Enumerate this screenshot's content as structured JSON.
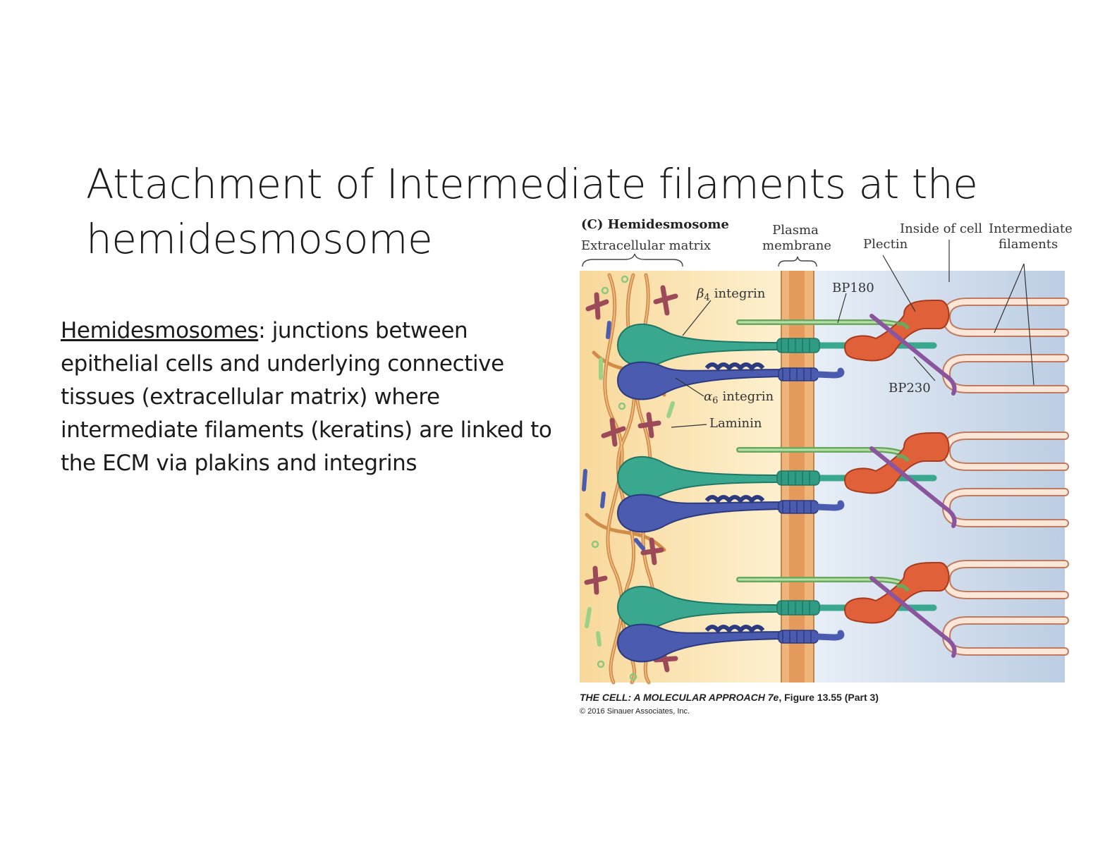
{
  "slide": {
    "title_line1": "Attachment of Intermediate filaments at the",
    "title_line2": "hemidesmosome",
    "body_term": "Hemidesmosomes",
    "body_text": ": junctions between epithelial cells and underlying connective tissues (extracellular matrix) where intermediate filaments (keratins) are linked to the ECM via plakins and integrins"
  },
  "figure": {
    "panel_label": "(C)",
    "panel_title": "Hemidesmosome",
    "labels": {
      "extracellular_matrix": "Extracellular matrix",
      "plasma": "Plasma",
      "membrane": "membrane",
      "plectin": "Plectin",
      "inside_of_cell": "Inside of cell",
      "intermediate": "Intermediate",
      "filaments": "filaments",
      "beta4_symbol": "β",
      "beta4_sub": "4",
      "beta4_word": "integrin",
      "bp180": "BP180",
      "bp230": "BP230",
      "alpha6_symbol": "α",
      "alpha6_sub": "6",
      "alpha6_word": "integrin",
      "laminin": "Laminin"
    },
    "credit_line1": "THE CELL: A MOLECULAR APPROACH 7e",
    "credit_line1b": ", Figure 13.55 (Part 3)",
    "credit_line2": "© 2016 Sinauer Associates, Inc.",
    "colors": {
      "ecm_bg": "#fbe3b0",
      "membrane": "#e9a769",
      "cell_bg": "#cfdceb",
      "beta4": "#3aa88f",
      "alpha6": "#4a5bb0",
      "plectin": "#e0603a",
      "bp230": "#8a559c",
      "bp180": "#8cc77e",
      "laminin": "#9c4a5a",
      "fiber": "#d08c48",
      "filament": "#f3d7c4"
    }
  }
}
